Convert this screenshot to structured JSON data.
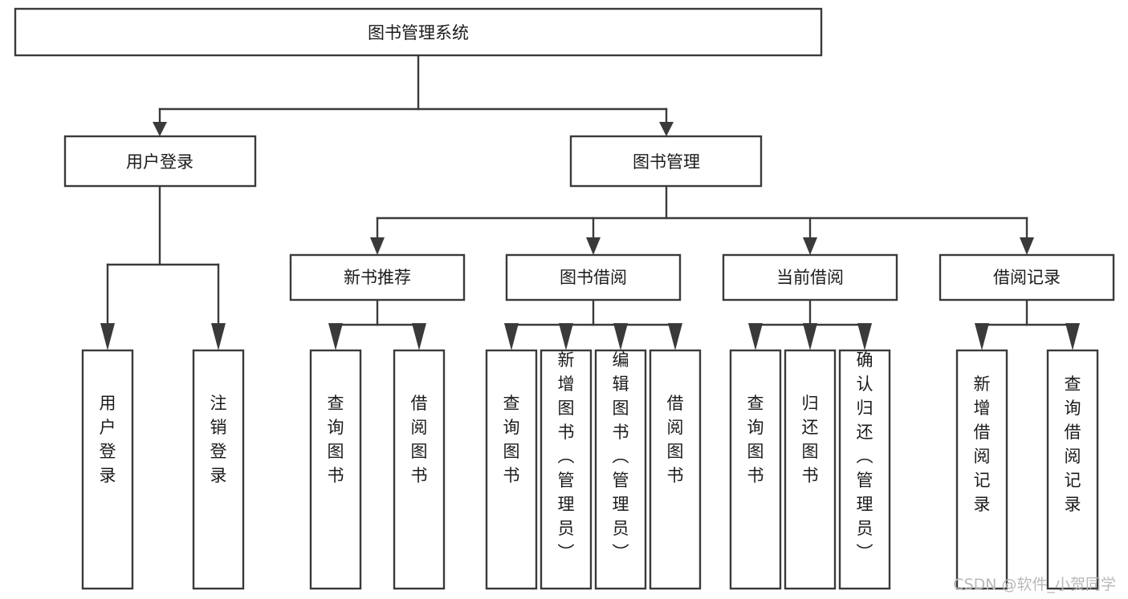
{
  "diagram": {
    "title": "图书管理系统",
    "type": "tree-hierarchy-chart",
    "root": {
      "label": "图书管理系统"
    },
    "level2": [
      {
        "label": "用户登录"
      },
      {
        "label": "图书管理"
      }
    ],
    "level3": [
      {
        "label": "新书推荐"
      },
      {
        "label": "图书借阅"
      },
      {
        "label": "当前借阅"
      },
      {
        "label": "借阅记录"
      }
    ],
    "leaves": [
      {
        "label": "用户登录",
        "parent": "用户登录"
      },
      {
        "label": "注销登录",
        "parent": "用户登录"
      },
      {
        "label": "查询图书",
        "parent": "新书推荐"
      },
      {
        "label": "借阅图书",
        "parent": "新书推荐"
      },
      {
        "label": "查询图书",
        "parent": "图书借阅"
      },
      {
        "label": "新增图书（管理员）",
        "parent": "图书借阅"
      },
      {
        "label": "编辑图书（管理员）",
        "parent": "图书借阅"
      },
      {
        "label": "借阅图书",
        "parent": "图书借阅"
      },
      {
        "label": "查询图书",
        "parent": "当前借阅"
      },
      {
        "label": "归还图书",
        "parent": "当前借阅"
      },
      {
        "label": "确认归还（管理员）",
        "parent": "当前借阅"
      },
      {
        "label": "新增借阅记录",
        "parent": "借阅记录"
      },
      {
        "label": "查询借阅记录",
        "parent": "借阅记录"
      }
    ],
    "watermark": "CSDN @软件_小贺同学",
    "colors": {
      "background": "#ffffff",
      "node_fill": "#ffffff",
      "node_stroke": "#3a3a3a",
      "text": "#1b1b1b",
      "watermark": "#b9b9b9"
    }
  }
}
